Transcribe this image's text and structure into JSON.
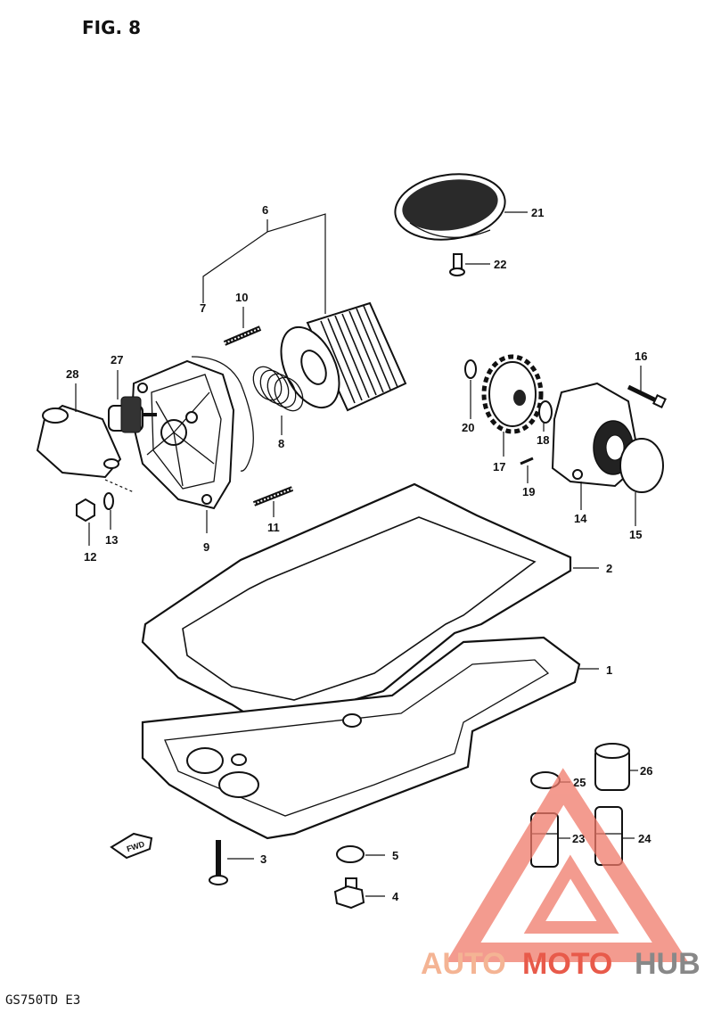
{
  "figure_label": "FIG. 8",
  "model_label": "GS750TD  E3",
  "forward_arrow_label": "FWD",
  "watermark": {
    "part1": "AUTO",
    "part2": "MOTO",
    "part3": "HUB",
    "colors": {
      "auto": "#f4b494",
      "moto": "#e85a4a",
      "hub": "#888888",
      "triangle": "#f07a6a"
    }
  },
  "callouts": [
    "1",
    "2",
    "3",
    "4",
    "5",
    "6",
    "7",
    "8",
    "9",
    "10",
    "11",
    "12",
    "13",
    "14",
    "15",
    "16",
    "17",
    "18",
    "19",
    "20",
    "21",
    "22",
    "23",
    "24",
    "25",
    "26",
    "27",
    "28"
  ]
}
